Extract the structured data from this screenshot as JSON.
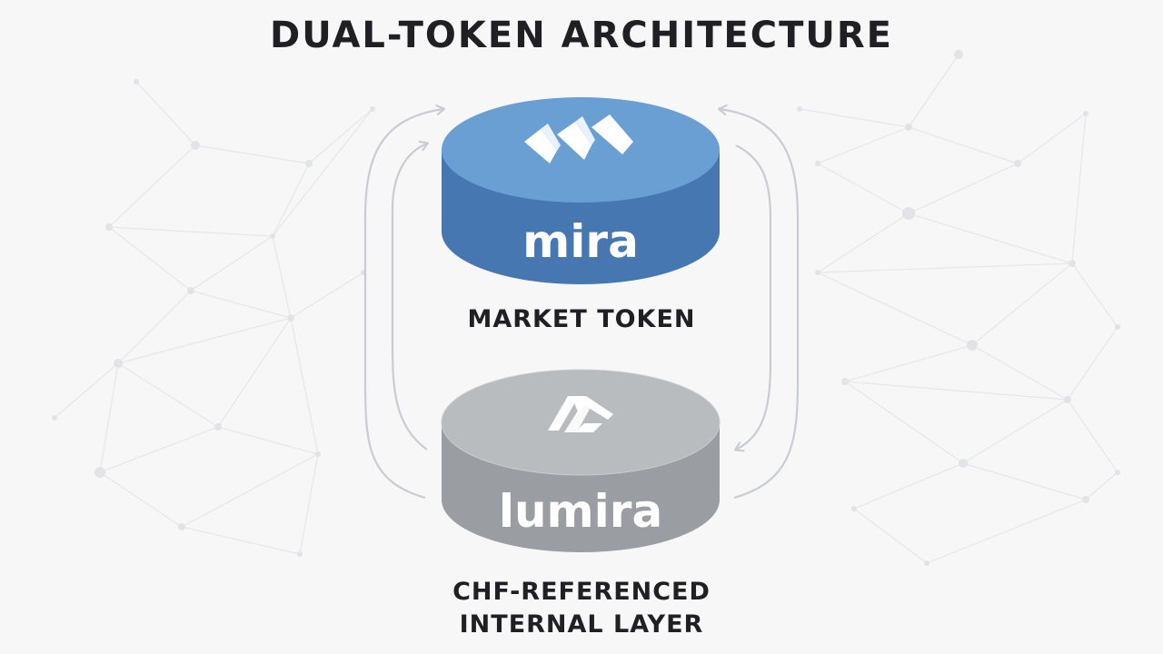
{
  "header": {
    "title": "DUAL-TOKEN ARCHITECTURE"
  },
  "tokens": {
    "top": {
      "name": "mira",
      "label": "MARKET TOKEN",
      "color_top": "#6a9fd4",
      "color_side": "#4677b0",
      "logo_icon": "mira-logo-icon"
    },
    "bottom": {
      "name": "lumira",
      "label_line1": "CHF-REFERENCED",
      "label_line2": "INTERNAL LAYER",
      "color_top": "#b9bcbf",
      "color_side": "#9a9da1",
      "logo_icon": "lumira-logo-icon"
    }
  },
  "colors": {
    "background": "#f7f7f8",
    "arrows": "#c9ccd1",
    "network": "#e4e5e8"
  }
}
